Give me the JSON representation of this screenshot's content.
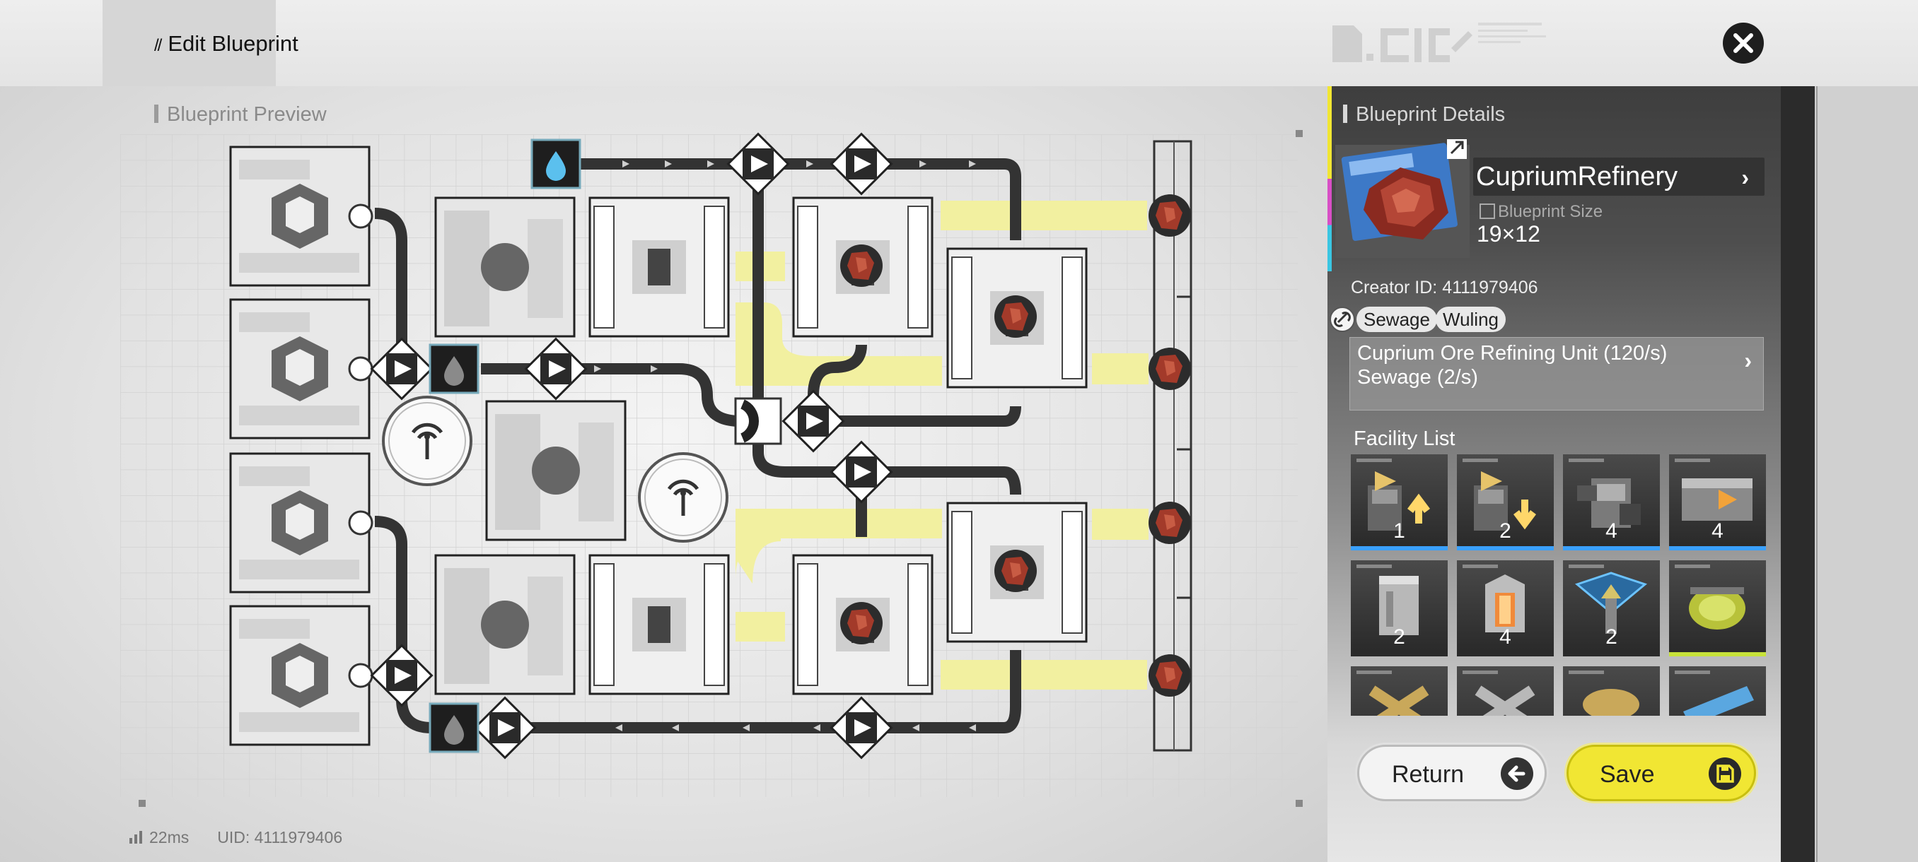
{
  "header": {
    "slash": "//",
    "title": "Edit Blueprint"
  },
  "preview": {
    "label": "Blueprint Preview"
  },
  "footer": {
    "ping": "22ms",
    "uid": "UID: 4111979406"
  },
  "details": {
    "label": "Blueprint Details",
    "name": "CupriumRefinery",
    "size_label": "Blueprint Size",
    "size_value": "19×12",
    "creator": "Creator ID: 4111979406",
    "tags": [
      "Sewage",
      "Wuling"
    ],
    "outputs": [
      "Cuprium Ore Refining Unit (120/s)",
      "Sewage (2/s)"
    ],
    "facility_label": "Facility List",
    "facilities": [
      {
        "icon": "loader-up-icon",
        "count": "1",
        "accent": "blue"
      },
      {
        "icon": "loader-down-icon",
        "count": "2",
        "accent": "blue"
      },
      {
        "icon": "refiner-machine-icon",
        "count": "4",
        "accent": "blue"
      },
      {
        "icon": "splitter-machine-icon",
        "count": "4",
        "accent": "blue"
      },
      {
        "icon": "storage-tower-icon",
        "count": "2",
        "accent": "none"
      },
      {
        "icon": "furnace-icon",
        "count": "4",
        "accent": "none"
      },
      {
        "icon": "pylon-icon",
        "count": "2",
        "accent": "none"
      },
      {
        "icon": "pump-icon",
        "count": "",
        "accent": "green"
      },
      {
        "icon": "crossbelt-icon",
        "count": "",
        "accent": "none"
      },
      {
        "icon": "crossbelt-alt-icon",
        "count": "",
        "accent": "none"
      },
      {
        "icon": "hand-unit-icon",
        "count": "",
        "accent": "none"
      },
      {
        "icon": "pipe-icon",
        "count": "",
        "accent": "none"
      }
    ]
  },
  "buttons": {
    "return": "Return",
    "save": "Save"
  },
  "colors": {
    "belt_yellow": "#f2f0a0",
    "belt_dark": "#333333",
    "accent_yellow": "#f1e633",
    "accent_blue": "#3aa0ff",
    "accent_green": "#c7e23a",
    "accent_magenta": "#d84fc6",
    "accent_cyan": "#3ac6e2"
  }
}
